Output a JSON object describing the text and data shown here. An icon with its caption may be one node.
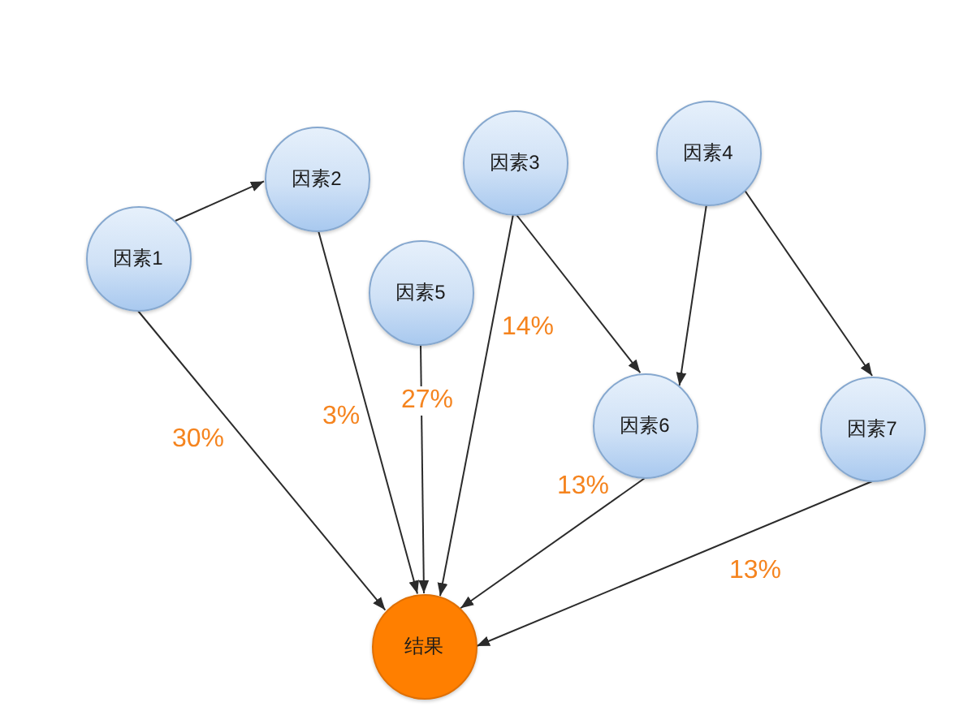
{
  "diagram": {
    "nodes": [
      {
        "text": [
          "因素1"
        ]
      },
      {
        "text": [
          "因素2"
        ]
      },
      {
        "text": [
          "因素3"
        ]
      },
      {
        "text": [
          "因素4"
        ]
      },
      {
        "text": [
          "因素5"
        ]
      },
      {
        "text": [
          "因素6"
        ]
      },
      {
        "text": [
          "因素7"
        ]
      },
      {
        "text": [
          "结果"
        ]
      }
    ],
    "edges": [
      {
        "from": 0,
        "to": 1,
        "arrow": "to"
      },
      {
        "from": 0,
        "to": 7,
        "arrow": "to",
        "label": "30%"
      },
      {
        "from": 1,
        "to": 7,
        "arrow": "to",
        "label": "3%"
      },
      {
        "from": 4,
        "to": 7,
        "arrow": "to",
        "label": "27%"
      },
      {
        "from": 2,
        "to": 7,
        "arrow": "to",
        "label": "14%"
      },
      {
        "from": 2,
        "to": 5,
        "arrow": "to"
      },
      {
        "from": 3,
        "to": 5,
        "arrow": "to"
      },
      {
        "from": 3,
        "to": 6,
        "arrow": "to"
      },
      {
        "from": 5,
        "to": 7,
        "arrow": "to",
        "label": "13%"
      },
      {
        "from": 6,
        "to": 7,
        "arrow": "to",
        "label": "13%"
      }
    ]
  }
}
